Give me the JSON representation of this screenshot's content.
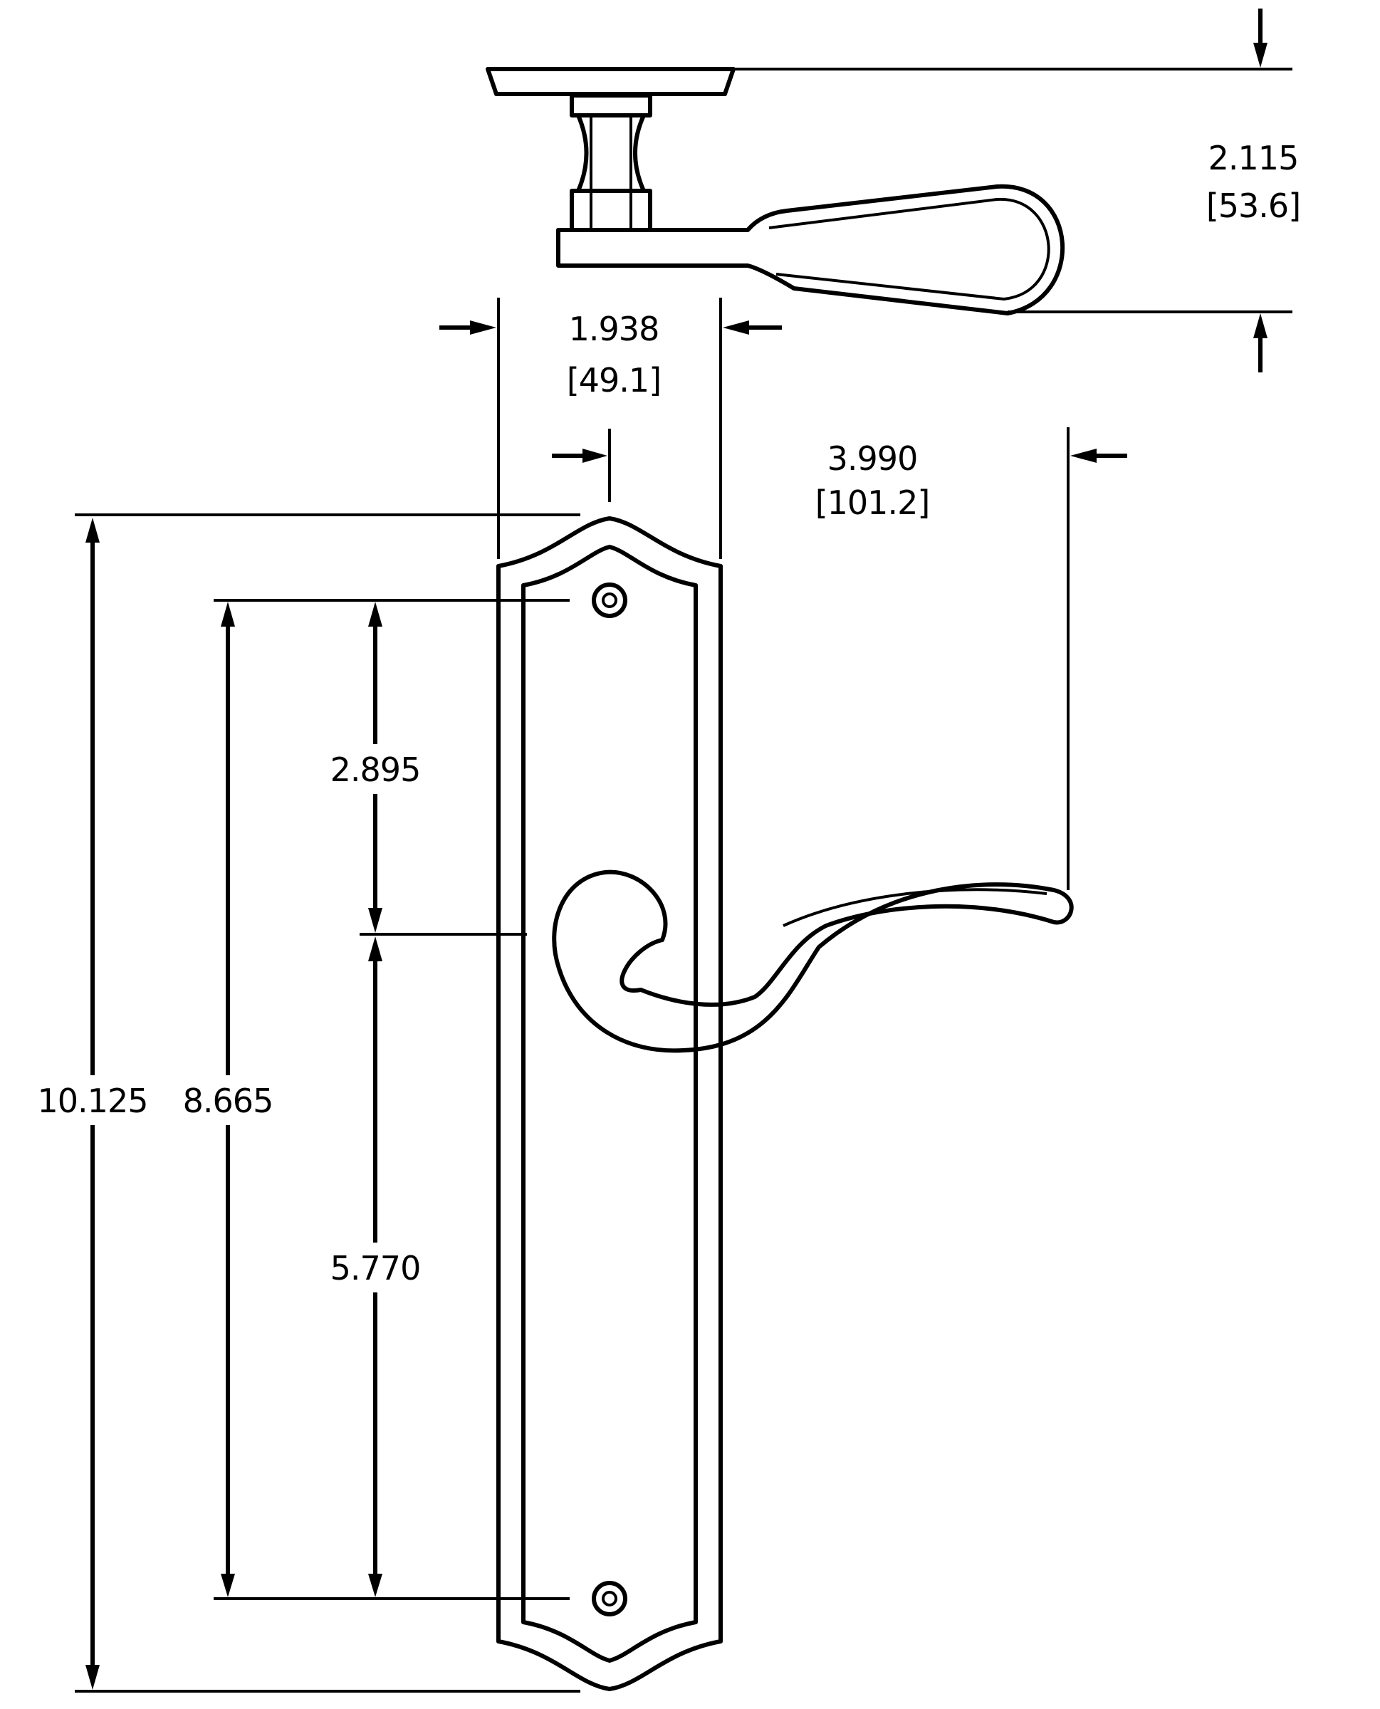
{
  "drawing": {
    "background": "#ffffff",
    "line_color": "#000000"
  },
  "dimensions": {
    "height_side": {
      "inch": "2.115",
      "mm": "[53.6]"
    },
    "width_plate": {
      "inch": "1.938",
      "mm": "[49.1]"
    },
    "projection": {
      "inch": "3.990",
      "mm": "[101.2]"
    },
    "hole_to_lever": "2.895",
    "lever_to_hole": "5.770",
    "hole_spacing": "8.665",
    "overall_length": "10.125"
  }
}
